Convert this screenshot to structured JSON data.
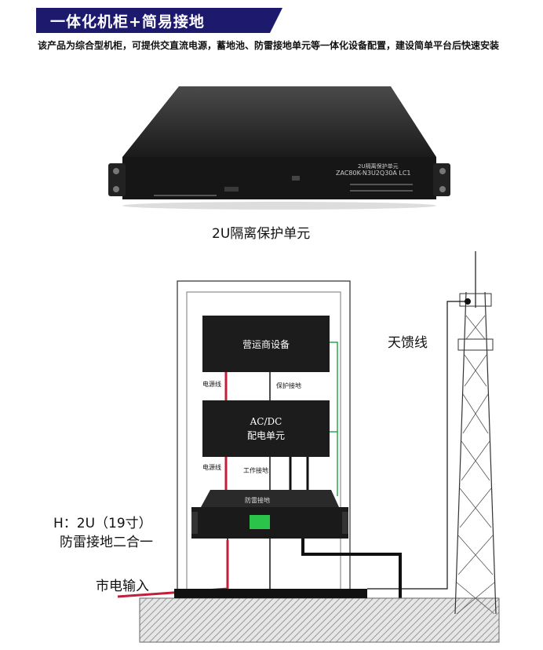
{
  "header": {
    "title": "一体化机柜+简易接地",
    "bar_color": "#1d1a6e"
  },
  "intro": {
    "text": "该产品为综合型机柜，可提供交直流电源，蓄地池、防雷接地单元等一体化设备配置，建设简单平台后快速安装"
  },
  "product": {
    "panel_title": "2U隔离保护单元",
    "model": "ZAC80K-N3U2Q30A LC1",
    "caption": "2U隔离保护单元"
  },
  "diagram": {
    "operator_box": "营运商设备",
    "acdc_box_line1": "AC/DC",
    "acdc_box_line2": "配电单元",
    "power_line_1": "电源线",
    "power_line_2": "电源线",
    "protect_ground": "保护接地",
    "work_ground": "工作接地",
    "device_label": "防雷接地",
    "antenna_label": "天馈线",
    "height_label": "H：2U（19寸）",
    "combo_label": "防雷接地二合一",
    "mains_label": "市电输入",
    "colors": {
      "power": "#c0203a",
      "ground_green": "#2aa84a",
      "box": "#1c1c1c"
    }
  }
}
